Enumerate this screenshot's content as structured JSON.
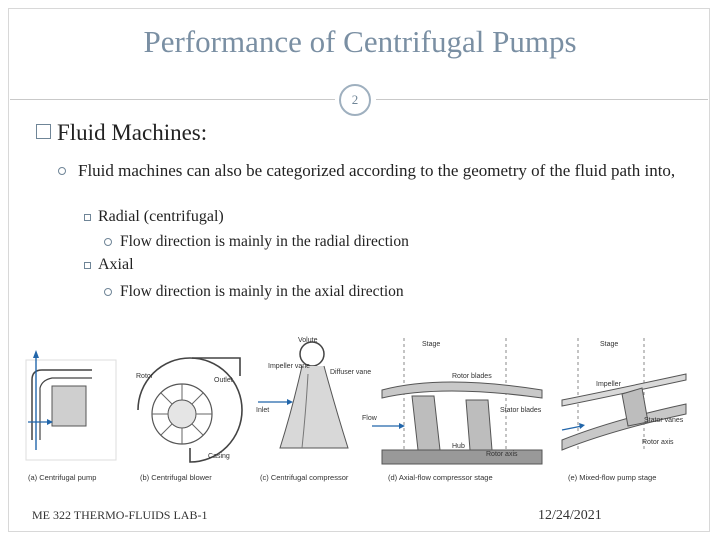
{
  "slide": {
    "title": "Performance of Centrifugal Pumps",
    "page_number": "2",
    "heading": "Fluid Machines:",
    "bullet_main": "Fluid machines can also be categorized according to the geometry of the fluid path into,",
    "items": [
      {
        "label": "Radial (centrifugal)",
        "detail": "Flow direction is mainly in the radial direction"
      },
      {
        "label": "Axial",
        "detail": "Flow direction is mainly in the axial direction"
      }
    ],
    "figures": {
      "caption_a": "(a) Centrifugal pump",
      "caption_b": "(b) Centrifugal blower",
      "caption_c": "(c) Centrifugal compressor",
      "caption_d": "(d) Axial-flow compressor stage",
      "caption_e": "(e) Mixed-flow pump stage",
      "labels_b": {
        "rotor": "Rotor",
        "outlet": "Outlet",
        "casing": "Casing"
      },
      "labels_c": {
        "volute": "Volute",
        "impeller_vane": "Impeller vane",
        "diffuser_vane": "Diffuser vane",
        "inlet": "Inlet"
      },
      "labels_d": {
        "stage": "Stage",
        "rotor_blades": "Rotor blades",
        "stator_blades": "Stator blades",
        "flow": "Flow",
        "hub": "Hub",
        "rotor_axis": "Rotor axis"
      },
      "labels_e": {
        "stage": "Stage",
        "impeller": "Impeller",
        "stator_vanes": "Stator vanes",
        "rotor_axis": "Rotor axis"
      }
    },
    "footer_left": "ME 322 THERMO-FLUIDS LAB-1",
    "footer_right": "12/24/2021"
  }
}
